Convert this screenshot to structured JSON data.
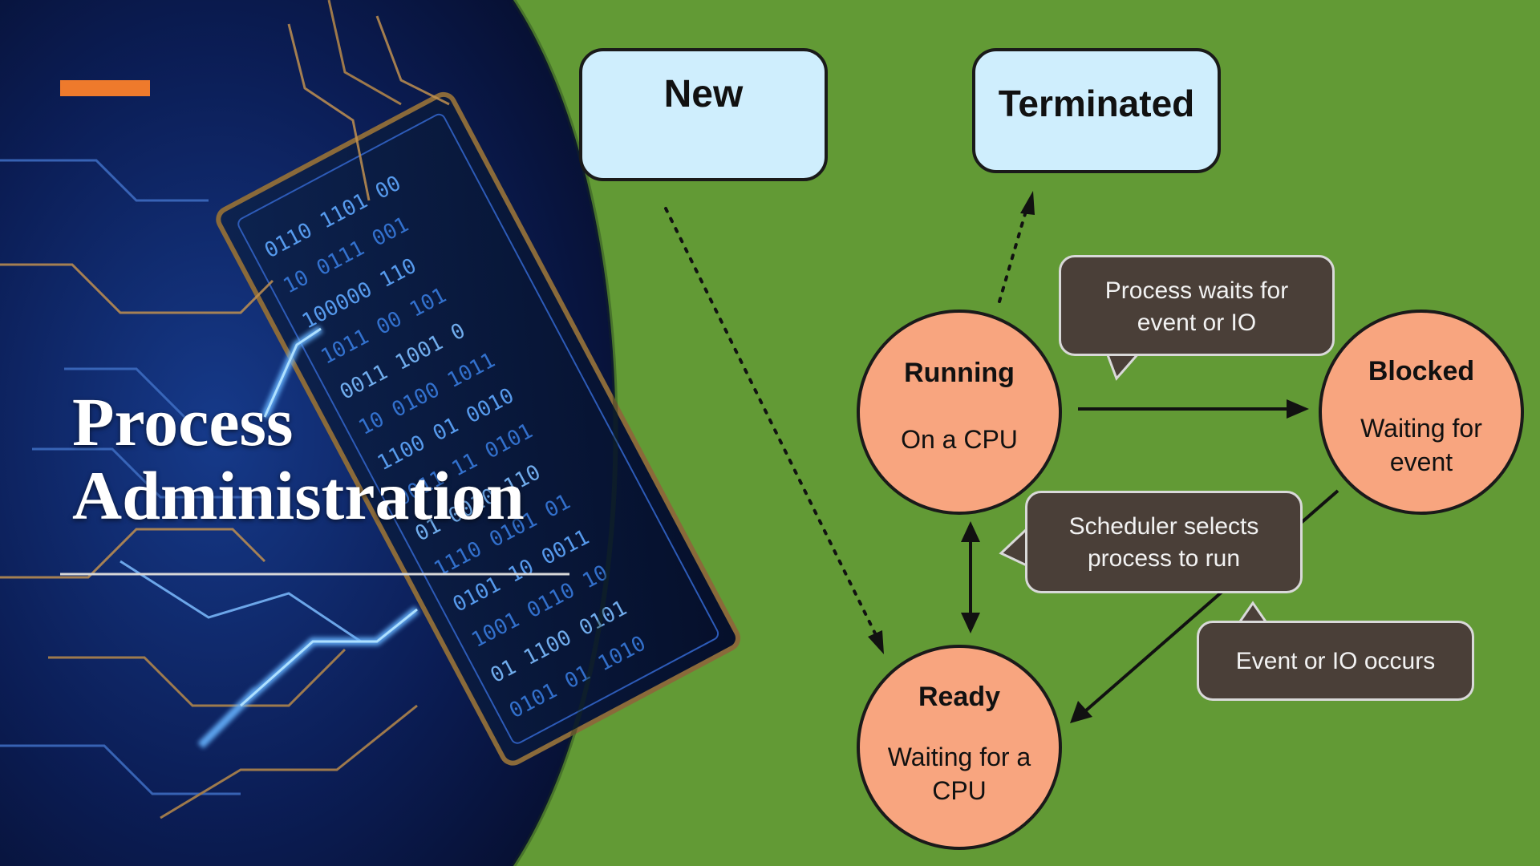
{
  "slide": {
    "title_line1": "Process",
    "title_line2": "Administration",
    "colors": {
      "background_green": "#629a35",
      "accent_orange": "#ee7a2c",
      "state_box_fill": "#cfeefd",
      "state_circle_fill": "#f8a57f",
      "callout_fill": "#4a3f38",
      "circuit_panel_dark": "#071235",
      "circuit_glow_blue": "#3f8cff"
    }
  },
  "diagram": {
    "states": {
      "new": "New",
      "terminated": "Terminated",
      "running": {
        "name": "Running",
        "description": "On a CPU"
      },
      "blocked": {
        "name": "Blocked",
        "description": "Waiting for event"
      },
      "ready": {
        "name": "Ready",
        "description": "Waiting for a CPU"
      }
    },
    "callouts": {
      "waits": "Process waits for event or IO",
      "scheduler": "Scheduler selects process to run",
      "event": "Event or IO occurs"
    }
  }
}
